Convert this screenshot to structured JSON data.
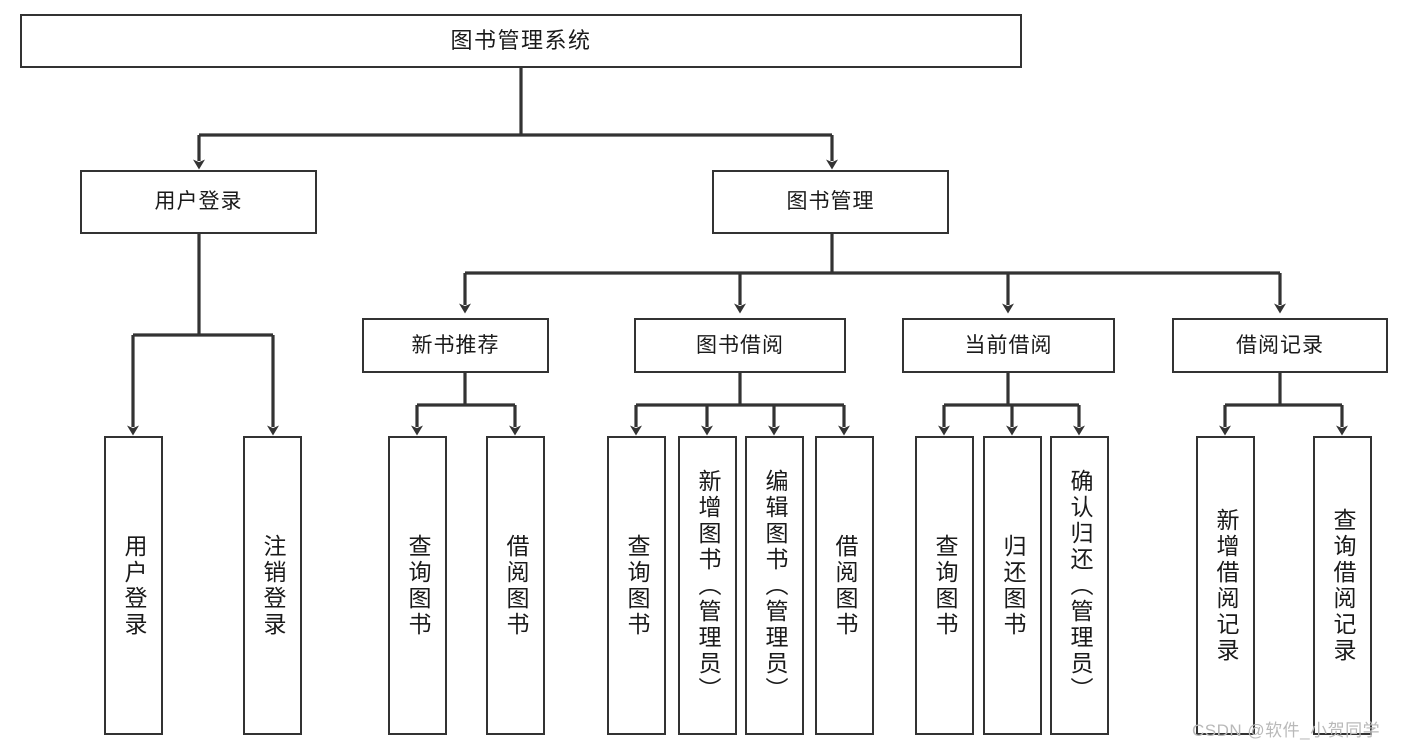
{
  "diagram": {
    "title": "图书管理系统",
    "type": "tree-hierarchy-diagram",
    "root": {
      "label": "图书管理系统"
    },
    "level2": [
      {
        "label": "用户登录"
      },
      {
        "label": "图书管理"
      }
    ],
    "level3": [
      {
        "label": "新书推荐"
      },
      {
        "label": "图书借阅"
      },
      {
        "label": "当前借阅"
      },
      {
        "label": "借阅记录"
      }
    ],
    "leaves": {
      "user_login": [
        {
          "label": "用户登录"
        },
        {
          "label": "注销登录"
        }
      ],
      "new_book_recommend": [
        {
          "label": "查询图书"
        },
        {
          "label": "借阅图书"
        }
      ],
      "book_borrow": [
        {
          "label": "查询图书"
        },
        {
          "label": "新增图书（管理员）"
        },
        {
          "label": "编辑图书（管理员）"
        },
        {
          "label": "借阅图书"
        }
      ],
      "current_borrow": [
        {
          "label": "查询图书"
        },
        {
          "label": "归还图书"
        },
        {
          "label": "确认归还（管理员）"
        }
      ],
      "borrow_record": [
        {
          "label": "新增借阅记录"
        },
        {
          "label": "查询借阅记录"
        }
      ]
    }
  },
  "watermark": {
    "text": "CSDN @软件_小贺同学"
  },
  "colors": {
    "box_border": "#333333",
    "box_fill": "#ffffff",
    "connector": "#333333",
    "text": "#1a1a1a",
    "watermark": "#b9b9b9"
  }
}
